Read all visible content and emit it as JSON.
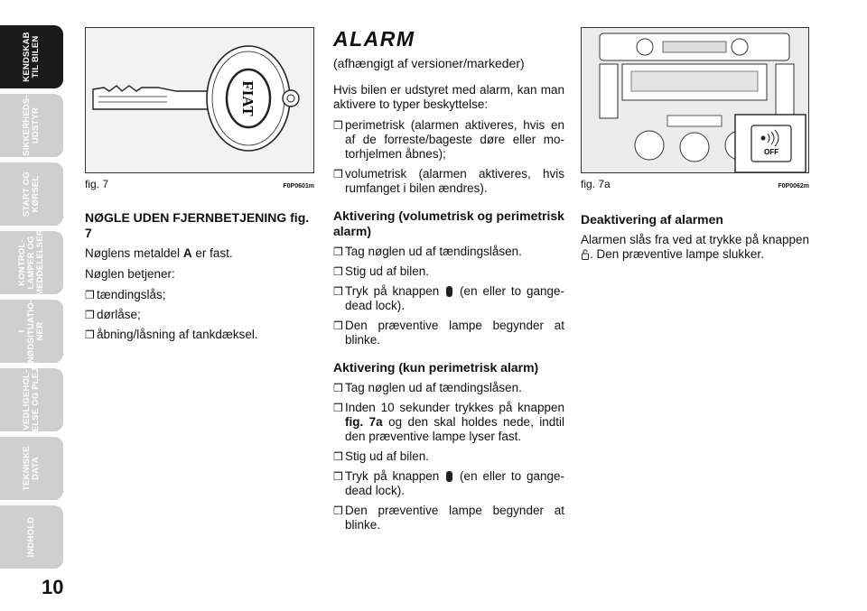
{
  "sidebar": {
    "tabs": [
      {
        "label": "KENDSKAB\nTIL BILEN",
        "active": true
      },
      {
        "label": "SIKKERHEDS-\nUDSTYR",
        "active": false
      },
      {
        "label": "START OG\nKØRSEL",
        "active": false
      },
      {
        "label": "KONTROL-\nLAMPER OG\nMEDDELELSER",
        "active": false
      },
      {
        "label": "I\nNØDSITUATIO-\nNER",
        "active": false
      },
      {
        "label": "VEDLIGEHOL-\nDELSE OG PLEJE",
        "active": false
      },
      {
        "label": "TEKNISKE\nDATA",
        "active": false
      },
      {
        "label": "INDHOLD",
        "active": false
      }
    ],
    "page_number": "10"
  },
  "col1": {
    "fig_caption": "fig. 7",
    "fig_code": "F0P0601m",
    "key_logo": "FIAT",
    "heading": "NØGLE UDEN FJERNBETJENING fig. 7",
    "para1_pre": "Nøglens metaldel ",
    "para1_bold": "A",
    "para1_post": " er fast.",
    "para2": "Nøglen betjener:",
    "bullets": [
      "tændingslås;",
      "dørlåse;",
      "åbning/låsning af tankdæksel."
    ]
  },
  "col2": {
    "title": "ALARM",
    "subtitle": "(afhængigt af versioner/markeder)",
    "intro": "Hvis bilen er udstyret med alarm, kan man aktivere to typer beskyttelse:",
    "types": [
      "perimetrisk (alarmen aktiveres, hvis en af de forreste/bageste døre eller mo-torhjelmen åbnes);",
      "volumetrisk (alarmen aktiveres, hvis rumfanget i bilen ændres)."
    ],
    "head1": "Aktivering (volumetrisk og perimetrisk alarm)",
    "act1_b1": "Tag nøglen ud af tændingslåsen.",
    "act1_b2": "Stig ud af bilen.",
    "act1_b3_pre": "Tryk på knappen ",
    "act1_b3_post": " (en eller to gange- dead lock).",
    "act1_b4": "Den præventive lampe begynder at blinke.",
    "head2": "Aktivering (kun perimetrisk alarm)",
    "act2_b1": "Tag nøglen ud af tændingslåsen.",
    "act2_b2_pre": "Inden 10 sekunder trykkes på knappen ",
    "act2_b2_bold": "fig. 7a",
    "act2_b2_post": " og den skal holdes nede, indtil den præventive lampe lyser fast.",
    "act2_b3": "Stig ud af bilen.",
    "act2_b4_pre": "Tryk på knappen ",
    "act2_b4_post": " (en eller to gange- dead lock).",
    "act2_b5": "Den præventive lampe begynder at blinke."
  },
  "col3": {
    "fig_caption": "fig. 7a",
    "fig_code": "F0P0062m",
    "button_label": "OFF",
    "heading": "Deaktivering af alarmen",
    "para_pre": "Alarmen slås fra ved at trykke på knappen ",
    "para_post": ". Den præventive lampe slukker."
  },
  "colors": {
    "tab_active": "#1a1a1a",
    "tab_inactive": "#cfcfcf"
  }
}
